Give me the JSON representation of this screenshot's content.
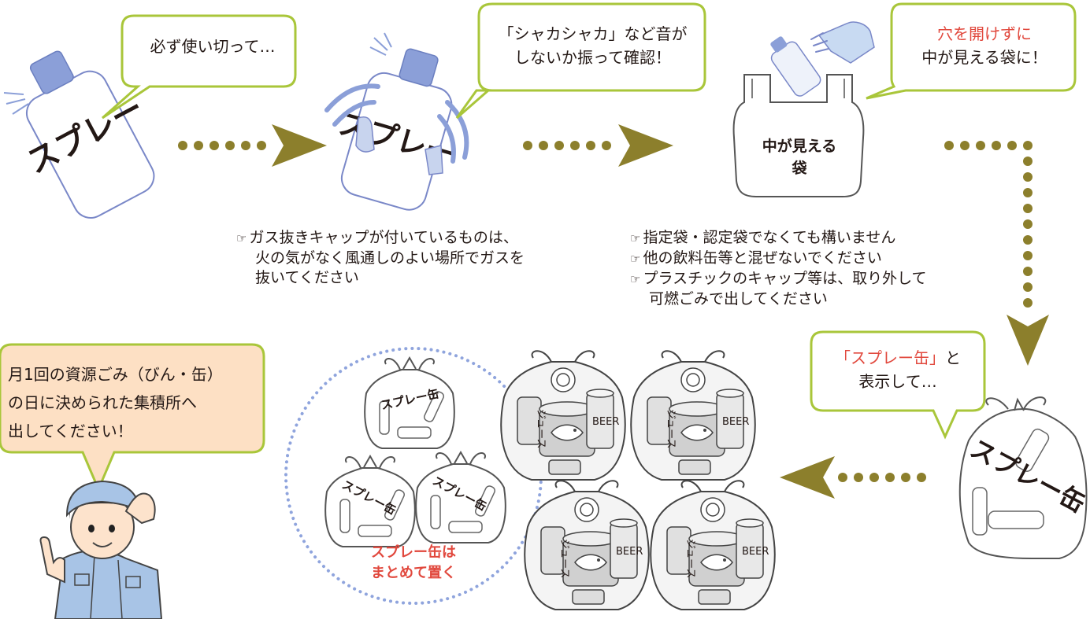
{
  "colors": {
    "bubble_border": "#a9c63a",
    "bubble_fill_white": "#ffffff",
    "bubble_fill_peach": "#fde0c4",
    "arrow": "#8c7f2c",
    "accent_red": "#e1483d",
    "can_blue": "#8b9fd8",
    "dotted_circle": "#8fa4dd",
    "uniform_blue": "#a8c4e6"
  },
  "step1": {
    "bubble": "必ず使い切って…",
    "can_label": "スプレー",
    "icon": "spray-can-icon"
  },
  "step2": {
    "bubble_lines": [
      "「シャカシャカ」など音が",
      "しないか振って確認！"
    ],
    "can_label": "スプレー",
    "icon": "shaking-spray-can-icon",
    "note_lines": [
      "ガス抜きキャップが付いているものは、",
      "火の気がなく風通しのよい場所でガスを",
      "抜いてください"
    ]
  },
  "step3": {
    "bubble_red": "穴を開けずに",
    "bubble_line2": "中が見える袋に！",
    "bag_label_lines": [
      "中が見える",
      "袋"
    ],
    "icon": "clear-bag-icon",
    "note_lines": [
      "指定袋・認定袋でなくても構いません",
      "他の飲料缶等と混ぜないでください",
      "プラスチックのキャップ等は、取り外して",
      "可燃ごみで出してください"
    ]
  },
  "step4": {
    "bubble_red": "「スプレー缶」",
    "bubble_after": "と",
    "bubble_line2": "表示して…",
    "bag_label": "スプレー缶",
    "icon": "spray-can-bag-icon"
  },
  "step5": {
    "bubble_lines": [
      "月1回の資源ごみ（びん・缶）",
      "の日に決められた集積所へ",
      "出してください！"
    ],
    "small_bag_label": "スプレー缶",
    "grouped_caption_lines": [
      "スプレー缶は",
      "まとめて置く"
    ],
    "can_bag_labels": {
      "juice": "ジュース",
      "beer": "BEER"
    },
    "icon": "worker-icon"
  },
  "finger_icon": "☞"
}
